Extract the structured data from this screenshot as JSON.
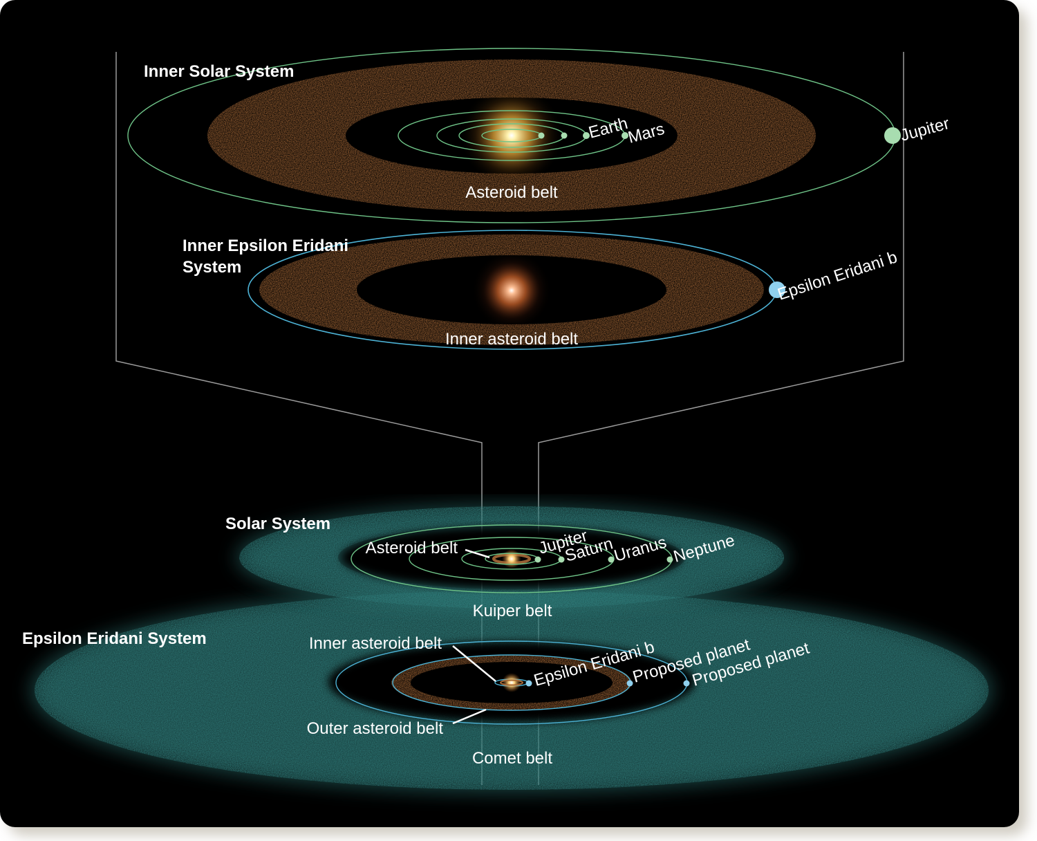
{
  "colors": {
    "background": "#000000",
    "asteroid_dust": "#a86a38",
    "kuiper_dust": "#2f7a78",
    "solar_orbit": "#6fc488",
    "eridani_orbit": "#4db3d6",
    "solar_planet": "#a8ddb0",
    "eridani_planet": "#8fd0ee",
    "callout_line": "#9a9a9a"
  },
  "panels": {
    "inner_solar": {
      "title": "Inner Solar System",
      "belt_label": "Asteroid belt",
      "planets": [
        "Earth",
        "Mars",
        "Jupiter"
      ]
    },
    "inner_eridani": {
      "title_line1": "Inner Epsilon Eridani",
      "title_line2": "System",
      "belt_label": "Inner asteroid belt",
      "planet": "Epsilon Eridani b"
    },
    "solar": {
      "title": "Solar System",
      "inner_belt_label": "Asteroid belt",
      "outer_belt_label": "Kuiper belt",
      "planets": [
        "Jupiter",
        "Saturn",
        "Uranus",
        "Neptune"
      ]
    },
    "eridani": {
      "title": "Epsilon Eridani System",
      "inner_belt_label": "Inner asteroid belt",
      "outer_belt_label": "Outer asteroid belt",
      "comet_label": "Comet belt",
      "planets": [
        "Epsilon Eridani b",
        "Proposed planet",
        "Proposed planet"
      ]
    }
  }
}
